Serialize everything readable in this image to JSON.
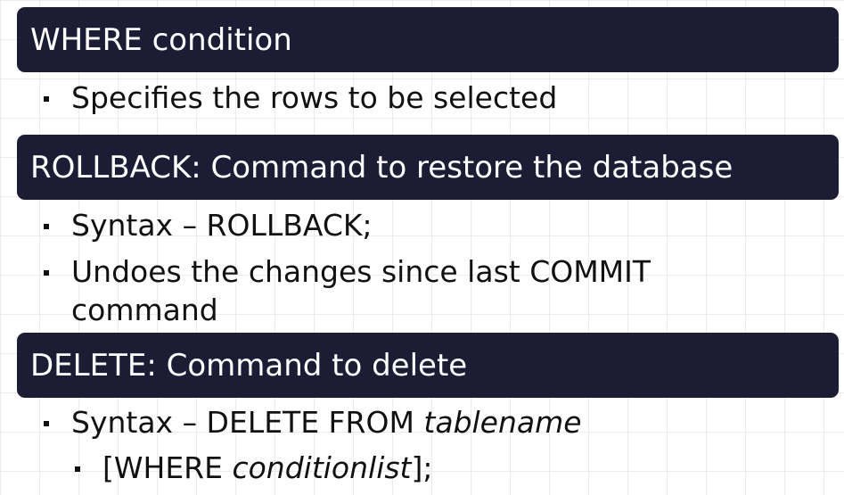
{
  "sections": [
    {
      "heading": "WHERE condition",
      "bullets": [
        {
          "text": "Specifies the rows to be selected"
        }
      ]
    },
    {
      "heading": "ROLLBACK: Command to restore the database",
      "bullets": [
        {
          "text": "Syntax – ROLLBACK;"
        },
        {
          "line1": "Undoes the changes since last COMMIT",
          "line2": "command"
        }
      ]
    },
    {
      "heading": "DELETE: Command to delete",
      "bullets": [
        {
          "prefix": "Syntax – DELETE FROM ",
          "italic": "tablename"
        }
      ],
      "sub_bullets": [
        {
          "prefix": "[WHERE ",
          "italic": "conditionlist",
          "suffix": "];"
        }
      ]
    }
  ],
  "colors": {
    "heading_bar": "#1c1c35",
    "heading_text": "#ffffff",
    "body_text": "#111111",
    "grid": "#ececec"
  }
}
